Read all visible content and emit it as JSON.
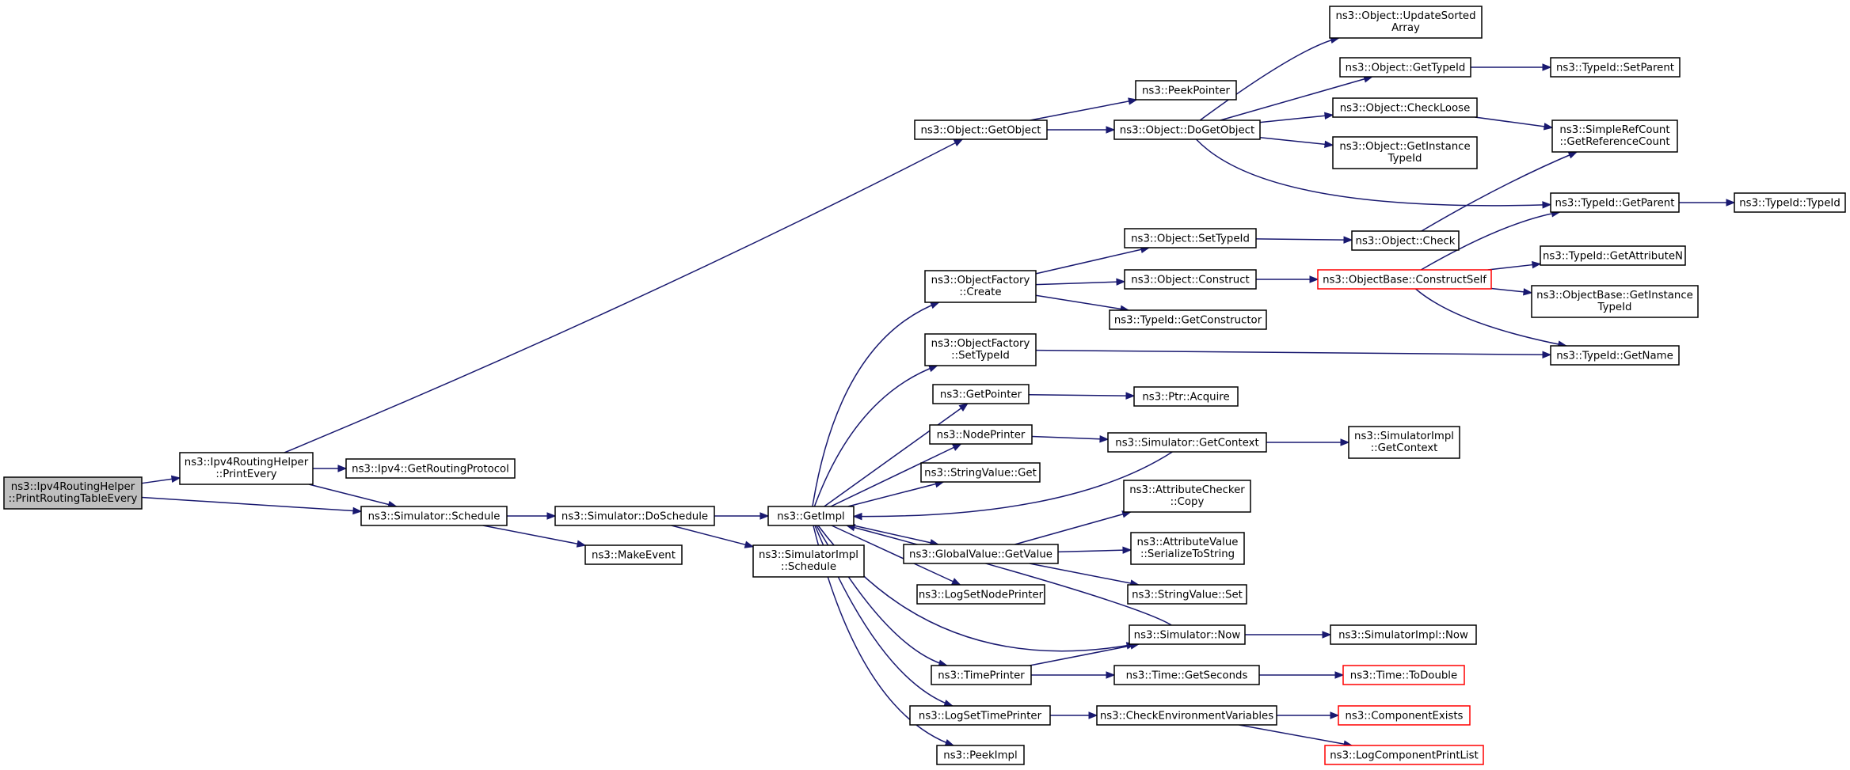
{
  "colors": {
    "edge": "#191970",
    "node_border": "#000000",
    "node_border_truncated": "#ff0000",
    "root_fill": "#bfbfbf",
    "node_fill": "#ffffff"
  },
  "nodes": [
    {
      "id": "root",
      "lines": [
        "ns3::Ipv4RoutingHelper",
        "::PrintRoutingTableEvery"
      ],
      "root": true
    },
    {
      "id": "printevery",
      "lines": [
        "ns3::Ipv4RoutingHelper",
        "::PrintEvery"
      ]
    },
    {
      "id": "getrouting",
      "lines": [
        "ns3::Ipv4::GetRoutingProtocol"
      ]
    },
    {
      "id": "schedule",
      "lines": [
        "ns3::Simulator::Schedule"
      ]
    },
    {
      "id": "doschedule",
      "lines": [
        "ns3::Simulator::DoSchedule"
      ]
    },
    {
      "id": "makeevent",
      "lines": [
        "ns3::MakeEvent"
      ]
    },
    {
      "id": "getimpl",
      "lines": [
        "ns3::GetImpl"
      ]
    },
    {
      "id": "simimplschedule",
      "lines": [
        "ns3::SimulatorImpl",
        "::Schedule"
      ]
    },
    {
      "id": "getobject",
      "lines": [
        "ns3::Object::GetObject"
      ]
    },
    {
      "id": "peekpointer",
      "lines": [
        "ns3::PeekPointer"
      ]
    },
    {
      "id": "dogetobject",
      "lines": [
        "ns3::Object::DoGetObject"
      ]
    },
    {
      "id": "updatesorted",
      "lines": [
        "ns3::Object::UpdateSorted",
        "Array"
      ]
    },
    {
      "id": "objgettypeid",
      "lines": [
        "ns3::Object::GetTypeId"
      ]
    },
    {
      "id": "setparent",
      "lines": [
        "ns3::TypeId::SetParent"
      ]
    },
    {
      "id": "checkloose",
      "lines": [
        "ns3::Object::CheckLoose"
      ]
    },
    {
      "id": "getrefcount",
      "lines": [
        "ns3::SimpleRefCount",
        "::GetReferenceCount"
      ]
    },
    {
      "id": "getinstancetypeid",
      "lines": [
        "ns3::Object::GetInstance",
        "TypeId"
      ]
    },
    {
      "id": "getparent",
      "lines": [
        "ns3::TypeId::GetParent"
      ]
    },
    {
      "id": "typeidtypeid",
      "lines": [
        "ns3::TypeId::TypeId"
      ]
    },
    {
      "id": "ofcreate",
      "lines": [
        "ns3::ObjectFactory",
        "::Create"
      ]
    },
    {
      "id": "objsettypeid",
      "lines": [
        "ns3::Object::SetTypeId"
      ]
    },
    {
      "id": "objcheck",
      "lines": [
        "ns3::Object::Check"
      ]
    },
    {
      "id": "objconstruct",
      "lines": [
        "ns3::Object::Construct"
      ]
    },
    {
      "id": "constructself",
      "lines": [
        "ns3::ObjectBase::ConstructSelf"
      ],
      "truncated": true
    },
    {
      "id": "getattributen",
      "lines": [
        "ns3::TypeId::GetAttributeN"
      ]
    },
    {
      "id": "objbaseinstancetypeid",
      "lines": [
        "ns3::ObjectBase::GetInstance",
        "TypeId"
      ]
    },
    {
      "id": "getconstructor",
      "lines": [
        "ns3::TypeId::GetConstructor"
      ]
    },
    {
      "id": "ofsettypeid",
      "lines": [
        "ns3::ObjectFactory",
        "::SetTypeId"
      ]
    },
    {
      "id": "getname",
      "lines": [
        "ns3::TypeId::GetName"
      ]
    },
    {
      "id": "getpointer",
      "lines": [
        "ns3::GetPointer"
      ]
    },
    {
      "id": "ptracquire",
      "lines": [
        "ns3::Ptr::Acquire"
      ]
    },
    {
      "id": "nodeprinter",
      "lines": [
        "ns3::NodePrinter"
      ]
    },
    {
      "id": "simgetcontext",
      "lines": [
        "ns3::Simulator::GetContext"
      ]
    },
    {
      "id": "simimplgetcontext",
      "lines": [
        "ns3::SimulatorImpl",
        "::GetContext"
      ]
    },
    {
      "id": "stringvalueget",
      "lines": [
        "ns3::StringValue::Get"
      ]
    },
    {
      "id": "attrcheckercopy",
      "lines": [
        "ns3::AttributeChecker",
        "::Copy"
      ]
    },
    {
      "id": "globalgetvalue",
      "lines": [
        "ns3::GlobalValue::GetValue"
      ]
    },
    {
      "id": "serializetostring",
      "lines": [
        "ns3::AttributeValue",
        "::SerializeToString"
      ]
    },
    {
      "id": "stringvalueset",
      "lines": [
        "ns3::StringValue::Set"
      ]
    },
    {
      "id": "logsetnodeprinter",
      "lines": [
        "ns3::LogSetNodePrinter"
      ]
    },
    {
      "id": "simnow",
      "lines": [
        "ns3::Simulator::Now"
      ]
    },
    {
      "id": "simimplnow",
      "lines": [
        "ns3::SimulatorImpl::Now"
      ]
    },
    {
      "id": "timeprinter",
      "lines": [
        "ns3::TimePrinter"
      ]
    },
    {
      "id": "timegetseconds",
      "lines": [
        "ns3::Time::GetSeconds"
      ]
    },
    {
      "id": "timetodouble",
      "lines": [
        "ns3::Time::ToDouble"
      ],
      "truncated": true
    },
    {
      "id": "logsettimeprinter",
      "lines": [
        "ns3::LogSetTimePrinter"
      ]
    },
    {
      "id": "checkenv",
      "lines": [
        "ns3::CheckEnvironmentVariables"
      ]
    },
    {
      "id": "componentexists",
      "lines": [
        "ns3::ComponentExists"
      ],
      "truncated": true
    },
    {
      "id": "logcomponentprintlist",
      "lines": [
        "ns3::LogComponentPrintList"
      ],
      "truncated": true
    },
    {
      "id": "peekimpl",
      "lines": [
        "ns3::PeekImpl"
      ]
    }
  ],
  "edges": [
    [
      "root",
      "printevery"
    ],
    [
      "root",
      "schedule"
    ],
    [
      "printevery",
      "getrouting"
    ],
    [
      "printevery",
      "schedule"
    ],
    [
      "printevery",
      "getobject"
    ],
    [
      "schedule",
      "doschedule"
    ],
    [
      "schedule",
      "makeevent"
    ],
    [
      "doschedule",
      "getimpl"
    ],
    [
      "doschedule",
      "simimplschedule"
    ],
    [
      "getobject",
      "peekpointer"
    ],
    [
      "getobject",
      "dogetobject"
    ],
    [
      "dogetobject",
      "updatesorted"
    ],
    [
      "dogetobject",
      "objgettypeid"
    ],
    [
      "dogetobject",
      "checkloose"
    ],
    [
      "dogetobject",
      "getinstancetypeid"
    ],
    [
      "dogetobject",
      "getparent"
    ],
    [
      "objgettypeid",
      "setparent"
    ],
    [
      "checkloose",
      "getrefcount"
    ],
    [
      "getparent",
      "typeidtypeid"
    ],
    [
      "getimpl",
      "ofcreate"
    ],
    [
      "getimpl",
      "ofsettypeid"
    ],
    [
      "getimpl",
      "getpointer"
    ],
    [
      "getimpl",
      "nodeprinter"
    ],
    [
      "getimpl",
      "stringvalueget"
    ],
    [
      "getimpl",
      "globalgetvalue"
    ],
    [
      "getimpl",
      "logsetnodeprinter"
    ],
    [
      "getimpl",
      "simnow"
    ],
    [
      "getimpl",
      "timeprinter"
    ],
    [
      "getimpl",
      "logsettimeprinter"
    ],
    [
      "getimpl",
      "peekimpl"
    ],
    [
      "ofcreate",
      "objsettypeid"
    ],
    [
      "ofcreate",
      "objconstruct"
    ],
    [
      "ofcreate",
      "getconstructor"
    ],
    [
      "objsettypeid",
      "objcheck"
    ],
    [
      "objcheck",
      "getrefcount"
    ],
    [
      "objconstruct",
      "constructself"
    ],
    [
      "constructself",
      "getparent"
    ],
    [
      "constructself",
      "getattributen"
    ],
    [
      "constructself",
      "objbaseinstancetypeid"
    ],
    [
      "constructself",
      "getname"
    ],
    [
      "ofsettypeid",
      "getname"
    ],
    [
      "getpointer",
      "ptracquire"
    ],
    [
      "nodeprinter",
      "simgetcontext"
    ],
    [
      "simgetcontext",
      "simimplgetcontext"
    ],
    [
      "simgetcontext",
      "getimpl"
    ],
    [
      "globalgetvalue",
      "attrcheckercopy"
    ],
    [
      "globalgetvalue",
      "serializetostring"
    ],
    [
      "globalgetvalue",
      "stringvalueset"
    ],
    [
      "simnow",
      "simimplnow"
    ],
    [
      "simnow",
      "getimpl"
    ],
    [
      "timeprinter",
      "simnow"
    ],
    [
      "timeprinter",
      "timegetseconds"
    ],
    [
      "timegetseconds",
      "timetodouble"
    ],
    [
      "logsettimeprinter",
      "checkenv"
    ],
    [
      "checkenv",
      "componentexists"
    ],
    [
      "checkenv",
      "logcomponentprintlist"
    ]
  ]
}
